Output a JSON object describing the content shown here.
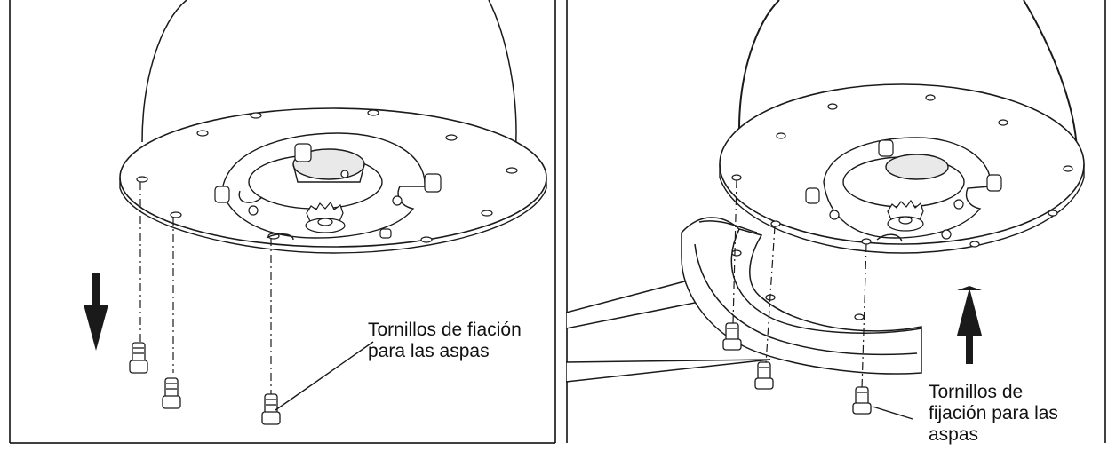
{
  "panels": [
    {
      "label": "Tornillos de fiación para las aspas",
      "direction": "down"
    },
    {
      "label": "Tornillos de fijación para las aspas",
      "direction": "up"
    }
  ],
  "colors": {
    "line": "#1a1a1a",
    "background": "#ffffff",
    "frame": "#000000"
  }
}
